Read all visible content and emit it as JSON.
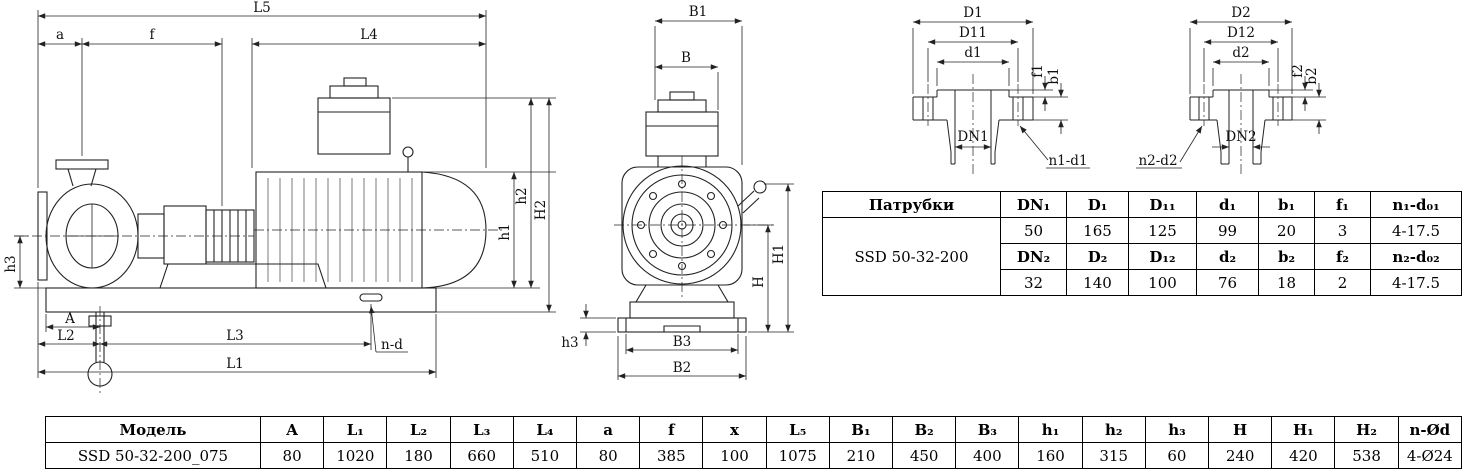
{
  "dim_labels": {
    "L5": "L5",
    "L4": "L4",
    "L3": "L3",
    "L2": "L2",
    "L1": "L1",
    "a": "a",
    "f": "f",
    "A": "A",
    "n_d": "n-d",
    "h1": "h1",
    "h2": "h2",
    "h3": "h3",
    "H2": "H2",
    "B1": "B1",
    "B": "B",
    "B2": "B2",
    "B3": "B3",
    "H": "H",
    "H1": "H1",
    "D1": "D1",
    "D11": "D11",
    "d1": "d1",
    "DN1": "DN1",
    "f1": "f1",
    "b1": "b1",
    "n1_d1": "n1-d1",
    "D2": "D2",
    "D12": "D12",
    "d2": "d2",
    "DN2": "DN2",
    "f2": "f2",
    "b2": "b2",
    "n2_d2": "n2-d2"
  },
  "nozzle_table": {
    "col0_header": "Патрубки",
    "model": "SSD 50-32-200",
    "row1_headers": [
      "DN₁",
      "D₁",
      "D₁₁",
      "d₁",
      "b₁",
      "f₁",
      "n₁-d₀₁"
    ],
    "row1_values": [
      "50",
      "165",
      "125",
      "99",
      "20",
      "3",
      "4-17.5"
    ],
    "row2_headers": [
      "DN₂",
      "D₂",
      "D₁₂",
      "d₂",
      "b₂",
      "f₂",
      "n₂-d₀₂"
    ],
    "row2_values": [
      "32",
      "140",
      "100",
      "76",
      "18",
      "2",
      "4-17.5"
    ]
  },
  "model_table": {
    "headers": [
      "Модель",
      "A",
      "L₁",
      "L₂",
      "L₃",
      "L₄",
      "a",
      "f",
      "x",
      "L₅",
      "B₁",
      "B₂",
      "B₃",
      "h₁",
      "h₂",
      "h₃",
      "H",
      "H₁",
      "H₂",
      "n-Ød"
    ],
    "row": [
      "SSD 50-32-200_075",
      "80",
      "1020",
      "180",
      "660",
      "510",
      "80",
      "385",
      "100",
      "1075",
      "210",
      "450",
      "400",
      "160",
      "315",
      "60",
      "240",
      "420",
      "538",
      "4-Ø24"
    ]
  }
}
